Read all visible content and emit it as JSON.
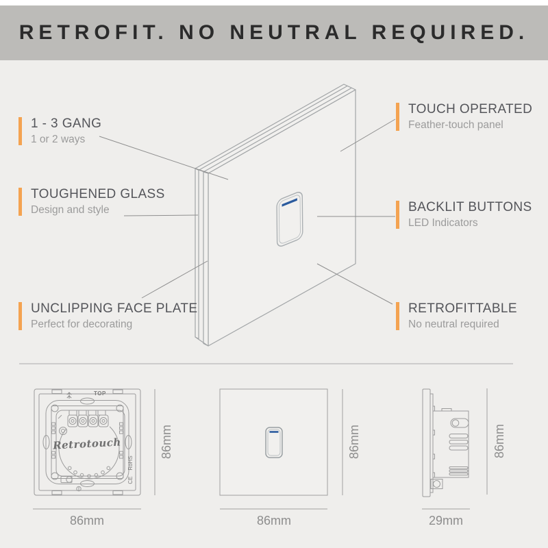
{
  "header": {
    "title": "RETROFIT. NO NEUTRAL REQUIRED."
  },
  "features": {
    "gang": {
      "title": "1 - 3 GANG",
      "subtitle": "1 or 2 ways"
    },
    "glass": {
      "title": "TOUGHENED GLASS",
      "subtitle": "Design and style"
    },
    "faceplate": {
      "title": "UNCLIPPING FACE PLATE",
      "subtitle": "Perfect for decorating"
    },
    "touch": {
      "title": "TOUCH OPERATED",
      "subtitle": "Feather-touch panel"
    },
    "backlit": {
      "title": "BACKLIT BUTTONS",
      "subtitle": "LED Indicators"
    },
    "retrofit": {
      "title": "RETROFITTABLE",
      "subtitle": "No neutral required"
    }
  },
  "drawings": {
    "back_view": {
      "logo": "Retrotouch",
      "top_marking": "TOP",
      "rohs_marking": "RoHS",
      "ce_marking": "CE",
      "height_label": "86mm",
      "width_label": "86mm"
    },
    "front_view": {
      "height_label": "86mm",
      "width_label": "86mm"
    },
    "side_view": {
      "height_label": "86mm",
      "width_label": "29mm"
    }
  },
  "colors": {
    "accent_orange": "#f4a351",
    "led_blue": "#2b5b9e",
    "header_bg": "#bcbbb8",
    "canvas_bg": "#efeeec"
  }
}
